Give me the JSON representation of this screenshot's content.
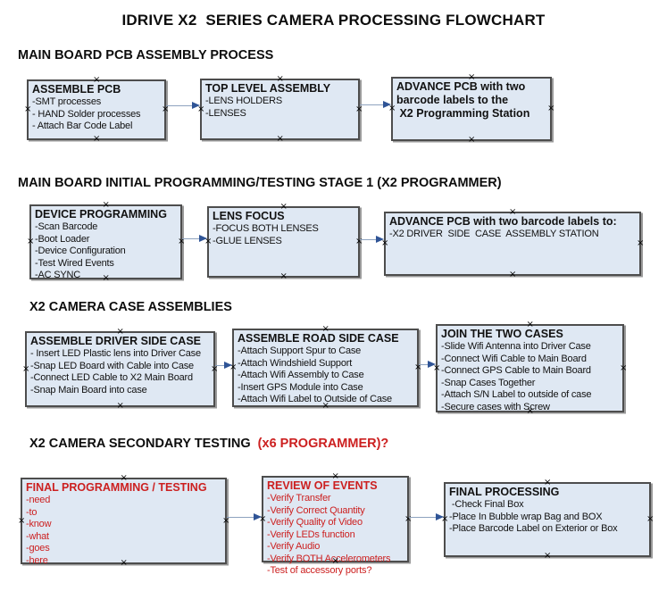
{
  "title": "IDRIVE X2  SERIES CAMERA PROCESSING FLOWCHART",
  "glyphs": {
    "connection_handle": "×"
  },
  "colors": {
    "box_fill": "#dfe8f3",
    "box_border": "#4d4d4d",
    "arrow_line": "#8ea3bf",
    "arrow_head": "#2f5496",
    "red": "#cc2020",
    "ink": "#111111"
  },
  "sections": [
    {
      "header": "MAIN BOARD PCB ASSEMBLY PROCESS",
      "header_suffix": ""
    },
    {
      "header": "MAIN BOARD INITIAL PROGRAMMING/TESTING STAGE 1 (X2 PROGRAMMER)",
      "header_suffix": ""
    },
    {
      "header": "X2 CAMERA CASE ASSEMBLIES",
      "header_suffix": ""
    },
    {
      "header": "X2 CAMERA SECONDARY TESTING  ",
      "header_suffix": "(x6 PROGRAMMER)?"
    }
  ],
  "boxes": [
    {
      "title_lines": [
        "ASSEMBLE PCB"
      ],
      "items": [
        "-SMT processes",
        "- HAND Solder processes",
        "- Attach Bar Code Label"
      ]
    },
    {
      "title_lines": [
        "TOP LEVEL ASSEMBLY"
      ],
      "items": [
        "-LENS HOLDERS",
        "-LENSES"
      ]
    },
    {
      "title_lines": [
        "ADVANCE PCB with two",
        "barcode labels to the",
        " X2 Programming Station"
      ],
      "items": []
    },
    {
      "title_lines": [
        "DEVICE PROGRAMMING"
      ],
      "items": [
        "-Scan Barcode",
        "-Boot Loader",
        "-Device Configuration",
        "-Test Wired Events",
        "-AC SYNC"
      ]
    },
    {
      "title_lines": [
        "LENS FOCUS"
      ],
      "items": [
        "-FOCUS BOTH LENSES",
        "-GLUE LENSES"
      ]
    },
    {
      "title_lines": [
        "ADVANCE PCB with two barcode labels to:"
      ],
      "items": [
        "-X2 DRIVER  SIDE  CASE  ASSEMBLY STATION"
      ]
    },
    {
      "title_lines": [
        "ASSEMBLE DRIVER SIDE CASE"
      ],
      "items": [
        "- Insert LED Plastic lens into Driver Case",
        "-Snap LED Board with Cable into Case",
        "-Connect LED Cable to X2 Main Board",
        "-Snap Main Board into case"
      ]
    },
    {
      "title_lines": [
        "ASSEMBLE ROAD SIDE CASE"
      ],
      "items": [
        "-Attach Support Spur to Case",
        "-Attach Windshield Support",
        "-Attach Wifi Assembly to Case",
        "-Insert GPS Module into Case",
        "-Attach Wifi Label to Outside of Case"
      ]
    },
    {
      "title_lines": [
        "JOIN THE TWO CASES"
      ],
      "items": [
        "-Slide Wifi Antenna into Driver Case",
        "-Connect Wifi Cable to Main Board",
        "-Connect GPS Cable to Main Board",
        "-Snap Cases Together",
        "-Attach S/N Label to outside of case",
        "-Secure cases with Screw"
      ]
    },
    {
      "title_lines": [
        "FINAL PROGRAMMING / TESTING"
      ],
      "items": [
        "-need",
        "-to",
        "-know",
        "-what",
        "-goes",
        "-here"
      ]
    },
    {
      "title_lines": [
        "REVIEW OF EVENTS"
      ],
      "items": [
        "-Verify Transfer",
        "-Verify Correct Quantity",
        "-Verify Quality of Video",
        "-Verify LEDs function",
        "-Verify Audio",
        "-Verify BOTH Accelerometers",
        "-Test of accessory ports?"
      ]
    },
    {
      "title_lines": [
        "FINAL PROCESSING"
      ],
      "items": [
        " -Check Final Box",
        "-Place In Bubble wrap Bag and BOX",
        "-Place Barcode Label on Exterior or Box"
      ]
    }
  ]
}
